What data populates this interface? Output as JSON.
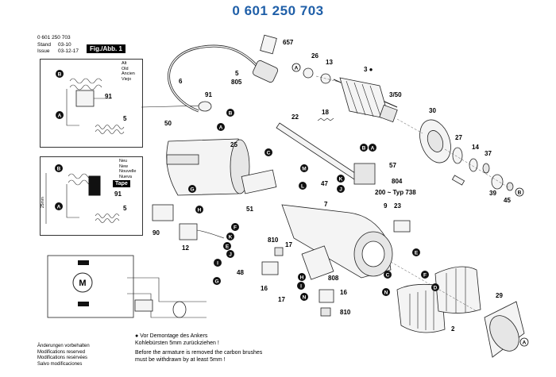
{
  "header": {
    "title": "0 601 250 703",
    "part_number": "0 601 250 703",
    "stand_label": "Stand",
    "stand_value": "03-10",
    "issue_label": "Issue",
    "issue_value": "03-12-17",
    "fig_label": "Fig./Abb. 1"
  },
  "inset_old": {
    "lines": [
      "Alt",
      "Old",
      "Ancien",
      "Viejo"
    ],
    "label_91": "91",
    "label_5": "5"
  },
  "inset_new": {
    "lines": [
      "Neu",
      "New",
      "Nouvelle",
      "Nueva"
    ],
    "tape_label": "Tape",
    "label_91": "91",
    "label_5": "5",
    "dimension": "25mm"
  },
  "notes": {
    "german": "Vor Demontage des Ankers",
    "german_2": "Kohlebürsten 5mm zurückziehen !",
    "english": "Before the armature is removed the carbon brushes",
    "english_2": "must be withdrawn by at least 5mm !"
  },
  "footer": {
    "lines": [
      "Änderungen vorbehalten",
      "Modifications reserved",
      "Modifications resérvées",
      "Salvo modificaciones"
    ]
  },
  "parts": [
    {
      "id": "p657",
      "label": "657"
    },
    {
      "id": "p6",
      "label": "6"
    },
    {
      "id": "p5",
      "label": "5"
    },
    {
      "id": "p805",
      "label": "805"
    },
    {
      "id": "p26",
      "label": "26"
    },
    {
      "id": "p13",
      "label": "13"
    },
    {
      "id": "p3",
      "label": "3 ●"
    },
    {
      "id": "p3_50",
      "label": "3/50"
    },
    {
      "id": "p91",
      "label": "91"
    },
    {
      "id": "p22",
      "label": "22"
    },
    {
      "id": "p18",
      "label": "18"
    },
    {
      "id": "p30",
      "label": "30"
    },
    {
      "id": "p50",
      "label": "50"
    },
    {
      "id": "p25",
      "label": "25"
    },
    {
      "id": "p57",
      "label": "57"
    },
    {
      "id": "p804",
      "label": "804"
    },
    {
      "id": "p27",
      "label": "27"
    },
    {
      "id": "p14",
      "label": "14"
    },
    {
      "id": "p37",
      "label": "37"
    },
    {
      "id": "p39",
      "label": "39"
    },
    {
      "id": "p45",
      "label": "45"
    },
    {
      "id": "p47",
      "label": "47"
    },
    {
      "id": "p200",
      "label": "200 ~ Typ 738"
    },
    {
      "id": "p51",
      "label": "51"
    },
    {
      "id": "p7",
      "label": "7"
    },
    {
      "id": "p9",
      "label": "9"
    },
    {
      "id": "p23",
      "label": "23"
    },
    {
      "id": "p90",
      "label": "90"
    },
    {
      "id": "p12",
      "label": "12"
    },
    {
      "id": "p810a",
      "label": "810"
    },
    {
      "id": "p17a",
      "label": "17"
    },
    {
      "id": "p48",
      "label": "48"
    },
    {
      "id": "p16a",
      "label": "16"
    },
    {
      "id": "p808",
      "label": "808"
    },
    {
      "id": "p17b",
      "label": "17"
    },
    {
      "id": "p16b",
      "label": "16"
    },
    {
      "id": "p810b",
      "label": "810"
    },
    {
      "id": "p2",
      "label": "2"
    },
    {
      "id": "p29",
      "label": "29"
    }
  ],
  "callouts": [
    {
      "id": "A",
      "label": "A"
    },
    {
      "id": "B",
      "label": "B"
    },
    {
      "id": "C",
      "label": "C"
    },
    {
      "id": "D",
      "label": "D"
    },
    {
      "id": "E",
      "label": "E"
    },
    {
      "id": "F",
      "label": "F"
    },
    {
      "id": "G",
      "label": "G"
    },
    {
      "id": "H",
      "label": "H"
    },
    {
      "id": "I",
      "label": "I"
    },
    {
      "id": "J",
      "label": "J"
    },
    {
      "id": "K",
      "label": "K"
    },
    {
      "id": "L",
      "label": "L"
    },
    {
      "id": "M",
      "label": "M"
    },
    {
      "id": "N",
      "label": "N"
    }
  ]
}
